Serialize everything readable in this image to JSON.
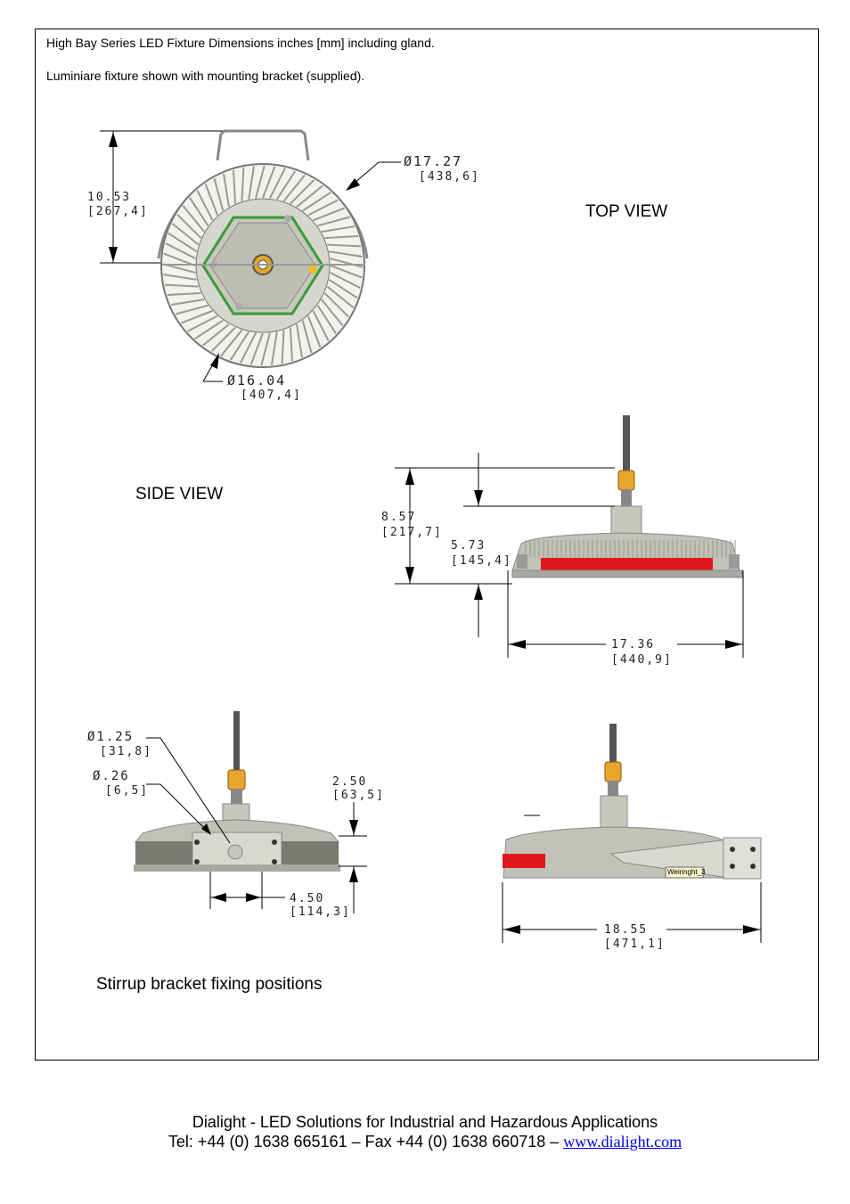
{
  "header": {
    "line1": "High Bay Series LED Fixture Dimensions inches [mm] including gland.",
    "line2": "Luminiare fixture shown with mounting bracket (supplied)."
  },
  "views": {
    "top": "TOP VIEW",
    "side": "SIDE VIEW",
    "stirrup": "Stirrup bracket fixing positions"
  },
  "dims": {
    "top_height_in": "10.53",
    "top_height_mm": "[267,4]",
    "top_outer_in": "Ø17.27",
    "top_outer_mm": "[438,6]",
    "top_inner_in": "Ø16.04",
    "top_inner_mm": "[407,4]",
    "side_total_in": "8.57",
    "side_total_mm": "[217,7]",
    "side_body_in": "5.73",
    "side_body_mm": "[145,4]",
    "side_width_in": "17.36",
    "side_width_mm": "[440,9]",
    "hole1_in": "Ø1.25",
    "hole1_mm": "[31,8]",
    "hole2_in": "Ø.26",
    "hole2_mm": "[6,5]",
    "bracket_h_in": "2.50",
    "bracket_h_mm": "[63,5]",
    "bracket_w_in": "4.50",
    "bracket_w_mm": "[114,3]",
    "bracket_total_in": "18.55",
    "bracket_total_mm": "[471,1]",
    "part_tag": "Weiringht_3"
  },
  "footer": {
    "line1": "Dialight - LED Solutions for Industrial and Hazardous Applications",
    "line2": "Tel: +44 (0) 1638 665161 – Fax +44 (0) 1638 660718 – ",
    "link": "www.dialight.com"
  },
  "colors": {
    "body_grey": "#b9b9ae",
    "dark_grey": "#6e6e66",
    "red_band": "#e0171b",
    "gland_orange": "#e8a62a",
    "green_led": "#3a9a3a"
  }
}
